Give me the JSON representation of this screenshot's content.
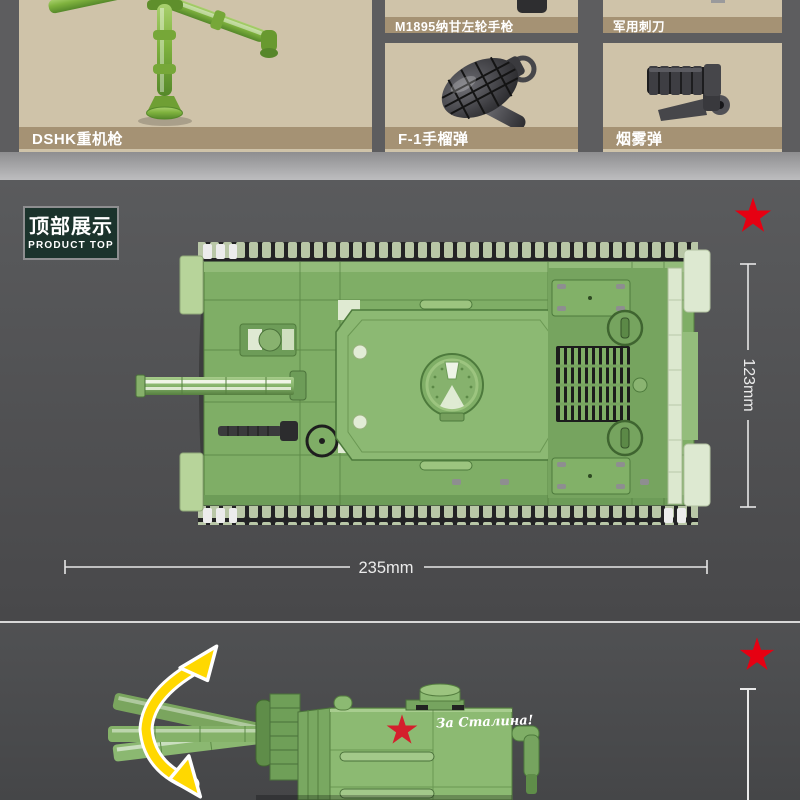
{
  "accessories": {
    "items": [
      {
        "id": "dshk",
        "label": "DSHK重机枪"
      },
      {
        "id": "m1895",
        "label": "M1895纳甘左轮手枪"
      },
      {
        "id": "f1",
        "label": "F-1手榴弹"
      },
      {
        "id": "bayonet",
        "label": "军用刺刀"
      },
      {
        "id": "smoke",
        "label": "烟雾弹"
      }
    ]
  },
  "product_top": {
    "badge_title": "顶部展示",
    "badge_subtitle": "PRODUCT TOP",
    "width_dimension": "235mm",
    "height_dimension": "123mm"
  },
  "turret_section": {
    "decal_text": "За Сталина!"
  },
  "colors": {
    "accent_red": "#e60012",
    "badge_green": "#1b332c",
    "panel_beige": "#cfc3a9",
    "label_tan": "#a59274",
    "arrow_yellow": "#ffd800",
    "brick_green": "#7fae66"
  }
}
